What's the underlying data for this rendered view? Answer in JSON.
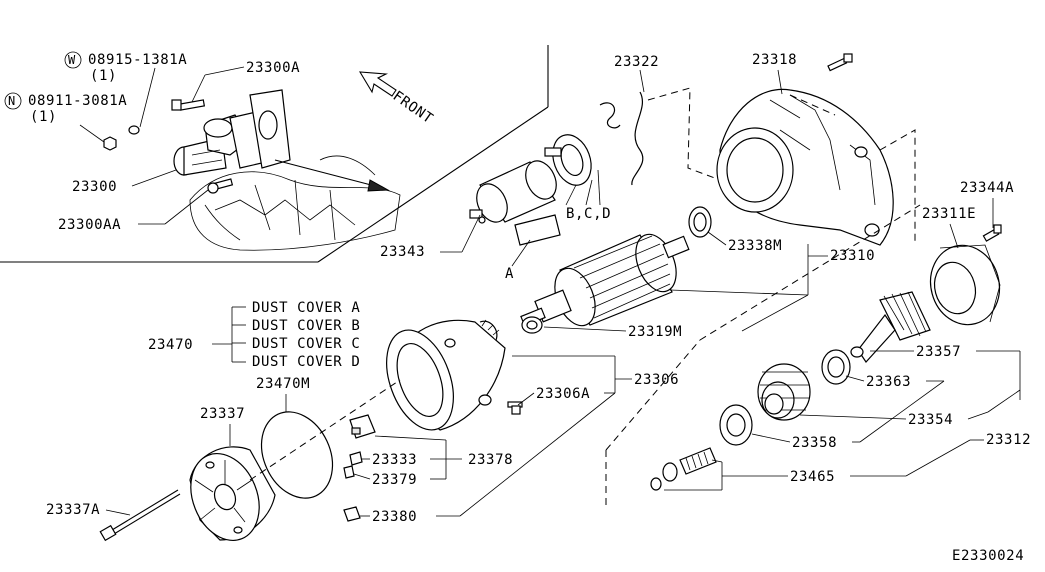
{
  "diagram_id": "E2330024",
  "direction_label": "FRONT",
  "callouts": {
    "washer_part": "08915-1381A",
    "washer_symbol": "W",
    "washer_qty": "(1)",
    "nut_part": "08911-3081A",
    "nut_symbol": "N",
    "nut_qty": "(1)",
    "bolt_23300A": "23300A",
    "starter_assembly": "23300",
    "bracket_23300AA": "23300AA",
    "spring_23322": "23322",
    "housing_23318": "23318",
    "magnetic_switch": "23343",
    "switch_parts_letters": "B,C,D",
    "switch_part_a": "A",
    "bearing_23338M": "23338M",
    "armature_23310": "23310",
    "bearing_23319M": "23319M",
    "dust_cover_group": "23470",
    "dust_cover_a": "DUST COVER A",
    "dust_cover_b": "DUST COVER B",
    "dust_cover_c": "DUST COVER C",
    "dust_cover_d": "DUST COVER D",
    "oring_23470M": "23470M",
    "yoke_23306": "23306",
    "screw_23306A": "23306A",
    "rear_cover_23337": "23337",
    "through_bolt_23337A": "23337A",
    "brush_23333": "23333",
    "brush_holder_23378": "23378",
    "spring_23379": "23379",
    "brush_23380": "23380",
    "screw_23344A": "23344A",
    "cover_23311E": "23311E",
    "pinion_shaft_23357": "23357",
    "bearing_23363": "23363",
    "pinion_23354": "23354",
    "bearing_23358": "23358",
    "gear_set_23312": "23312",
    "spring_set_23465": "23465"
  }
}
